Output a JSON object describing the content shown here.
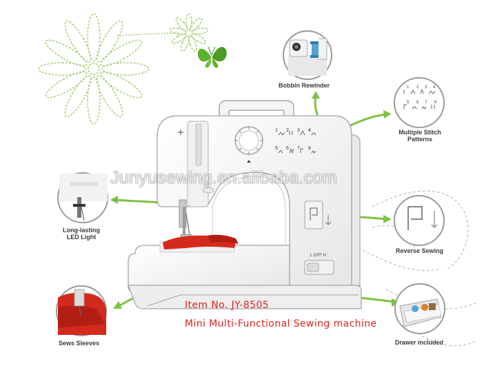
{
  "watermark": "Junyusewing.en.alibaba.com",
  "features": {
    "bobbin_rewinder": "Bobbin Rewinder",
    "multiple_stitch_line1": "Multiple Stitch",
    "multiple_stitch_line2": "Patterns",
    "led_line1": "Long-lasting",
    "led_line2": "LED Light",
    "reverse_sewing": "Reverse Sewing",
    "sews_sleeves": "Sews Sleeves",
    "drawer": "Drawer included"
  },
  "product": {
    "item_no": "Item No. JY-8505",
    "name": "Mini Multi-Functional Sewing machine"
  },
  "switch": {
    "l": "L",
    "off": "OFF",
    "h": "H"
  },
  "stitch_numbers": [
    "1",
    "2",
    "3",
    "4",
    "5",
    "6",
    "7",
    "8"
  ],
  "colors": {
    "arrow_green": "#7cc242",
    "doodle_green": "#a9cf7a",
    "fabric_red": "#d42a1e",
    "text_red": "#e0241b"
  }
}
